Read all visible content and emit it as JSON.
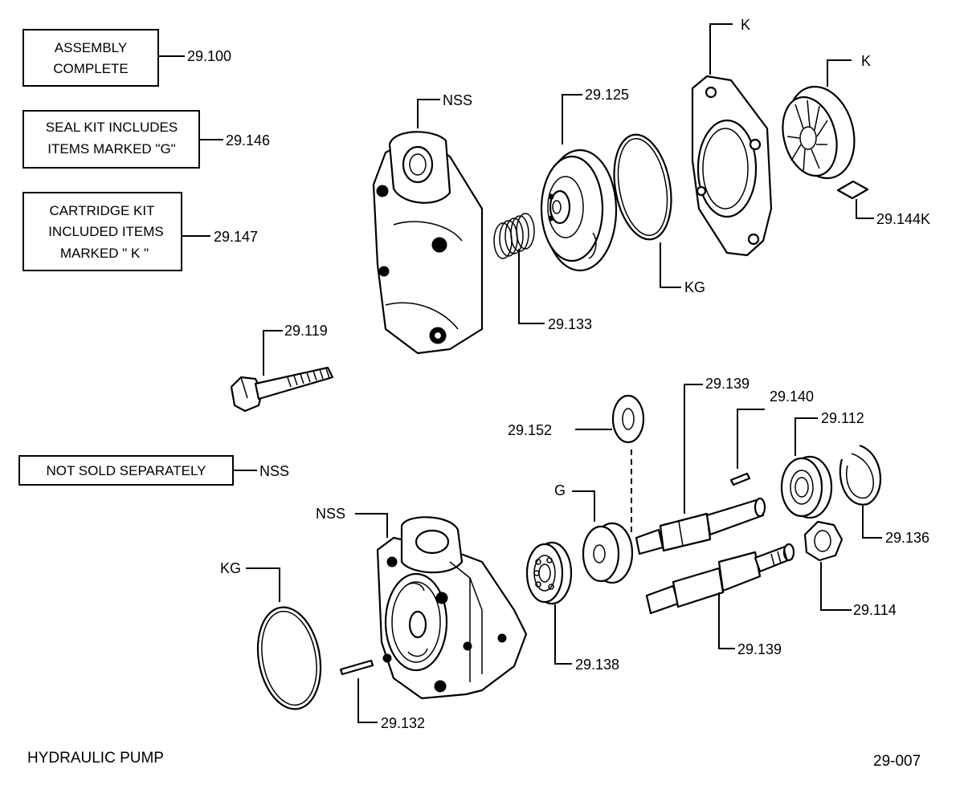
{
  "notes": {
    "assembly": {
      "lines": [
        "ASSEMBLY",
        "COMPLETE"
      ],
      "ref": "29.100"
    },
    "seal_kit": {
      "lines": [
        "SEAL KIT INCLUDES",
        "ITEMS MARKED \"G\""
      ],
      "ref": "29.146"
    },
    "cartridge_kit": {
      "lines": [
        "CARTRIDGE KIT",
        "INCLUDED ITEMS",
        "MARKED \" K \""
      ],
      "ref": "29.147"
    },
    "nss": {
      "lines": [
        "NOT SOLD SEPARATELY"
      ],
      "ref": "NSS"
    }
  },
  "callouts": {
    "top_housing": "NSS",
    "plate": "29.125",
    "spring": "29.133",
    "top_oring": "KG",
    "ring_frame": "K",
    "rotor": "K",
    "vane": "29.144K",
    "bolt": "29.119",
    "washer": "29.152",
    "upper_shaft": "29.139",
    "key": "29.140",
    "right_bearing": "29.112",
    "snap_ring": "29.136",
    "seal": "G",
    "left_bearing": "29.138",
    "lower_shaft": "29.139",
    "nut": "29.114",
    "bottom_housing": "NSS",
    "bottom_oring": "KG",
    "pin": "29.132"
  },
  "footer": {
    "title": "HYDRAULIC  PUMP",
    "code": "29-007"
  }
}
